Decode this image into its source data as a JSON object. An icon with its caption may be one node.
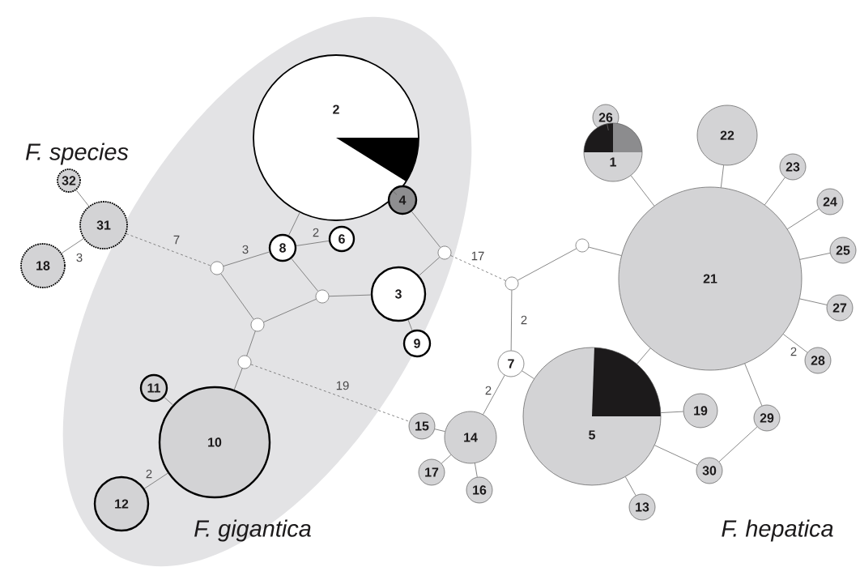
{
  "diagram": {
    "nodes": [
      {
        "text": [
          "F. gigantica"
        ]
      },
      {
        "text": [
          "2"
        ],
        "in": 0
      },
      {
        "text": [
          "32"
        ]
      },
      {
        "text": [
          "26"
        ]
      },
      {
        "text": [
          "22"
        ]
      },
      {
        "text": [
          "1"
        ]
      },
      {
        "text": [
          "23"
        ]
      },
      {
        "text": [
          "4"
        ],
        "in": 0
      },
      {
        "text": [
          "31"
        ]
      },
      {
        "text": [
          "24"
        ]
      },
      {
        "text": [
          "8"
        ],
        "in": 0
      },
      {
        "text": [
          "6"
        ],
        "in": 0
      },
      {
        "text": [
          "25"
        ]
      },
      {
        "text": [
          "18"
        ]
      },
      {
        "text": [
          "21"
        ]
      },
      {
        "text": [
          "3"
        ],
        "in": 0
      },
      {
        "text": [
          "27"
        ]
      },
      {
        "text": [
          "9"
        ],
        "in": 0
      },
      {
        "text": [
          "28"
        ]
      },
      {
        "text": [
          "7"
        ]
      },
      {
        "text": [
          "11"
        ],
        "in": 0
      },
      {
        "text": [
          "19"
        ]
      },
      {
        "text": [
          "5"
        ]
      },
      {
        "text": [
          "29"
        ]
      },
      {
        "text": [
          "15"
        ]
      },
      {
        "text": [
          "14"
        ]
      },
      {
        "text": [
          "10"
        ],
        "in": 0
      },
      {
        "text": [
          "30"
        ]
      },
      {
        "text": [
          "17"
        ]
      },
      {
        "text": [
          "16"
        ]
      },
      {
        "text": [
          "12"
        ],
        "in": 0
      },
      {
        "text": [
          "13"
        ]
      },
      {
        "text": [],
        "shape": "circle",
        "in": 0
      },
      {
        "text": [],
        "shape": "circle",
        "in": 0
      },
      {
        "text": [],
        "shape": "circle",
        "in": 0
      },
      {
        "text": [],
        "shape": "circle",
        "in": 0
      },
      {
        "text": [],
        "shape": "circle",
        "in": 0
      },
      {
        "text": [],
        "shape": "circle"
      },
      {
        "text": [],
        "shape": "circle"
      }
    ],
    "edges": [
      {
        "from": 2,
        "to": 8,
        "arrow": "none"
      },
      {
        "from": 8,
        "to": 13,
        "arrow": "none",
        "label": "3"
      },
      {
        "from": 8,
        "to": 32,
        "arrow": "none",
        "label": "7",
        "style": "dashed"
      },
      {
        "from": 32,
        "to": 10,
        "arrow": "none",
        "label": "3"
      },
      {
        "from": 10,
        "to": 11,
        "arrow": "none",
        "label": "2"
      },
      {
        "from": 10,
        "to": 1,
        "arrow": "none"
      },
      {
        "from": 10,
        "to": 35,
        "arrow": "none"
      },
      {
        "from": 32,
        "to": 34,
        "arrow": "none"
      },
      {
        "from": 35,
        "to": 34,
        "arrow": "none"
      },
      {
        "from": 35,
        "to": 15,
        "arrow": "none"
      },
      {
        "from": 34,
        "to": 33,
        "arrow": "none"
      },
      {
        "from": 33,
        "to": 26,
        "arrow": "none"
      },
      {
        "from": 33,
        "to": 24,
        "arrow": "none",
        "label": "19",
        "style": "dashed"
      },
      {
        "from": 26,
        "to": 20,
        "arrow": "none"
      },
      {
        "from": 26,
        "to": 30,
        "arrow": "none",
        "label": "2"
      },
      {
        "from": 1,
        "to": 7,
        "arrow": "none"
      },
      {
        "from": 7,
        "to": 36,
        "arrow": "none"
      },
      {
        "from": 36,
        "to": 15,
        "arrow": "none"
      },
      {
        "from": 15,
        "to": 17,
        "arrow": "none"
      },
      {
        "from": 36,
        "to": 37,
        "arrow": "none",
        "label": "17",
        "style": "dashed"
      },
      {
        "from": 37,
        "to": 38,
        "arrow": "none"
      },
      {
        "from": 38,
        "to": 14,
        "arrow": "none"
      },
      {
        "from": 37,
        "to": 19,
        "arrow": "none",
        "label": "2"
      },
      {
        "from": 19,
        "to": 22,
        "arrow": "none"
      },
      {
        "from": 19,
        "to": 25,
        "arrow": "none",
        "label": "2"
      },
      {
        "from": 25,
        "to": 24,
        "arrow": "none"
      },
      {
        "from": 25,
        "to": 28,
        "arrow": "none"
      },
      {
        "from": 25,
        "to": 29,
        "arrow": "none"
      },
      {
        "from": 22,
        "to": 14,
        "arrow": "none"
      },
      {
        "from": 22,
        "to": 21,
        "arrow": "none"
      },
      {
        "from": 22,
        "to": 31,
        "arrow": "none"
      },
      {
        "from": 22,
        "to": 27,
        "arrow": "none"
      },
      {
        "from": 27,
        "to": 23,
        "arrow": "none"
      },
      {
        "from": 23,
        "to": 14,
        "arrow": "none"
      },
      {
        "from": 14,
        "to": 5,
        "arrow": "none"
      },
      {
        "from": 5,
        "to": 3,
        "arrow": "none"
      },
      {
        "from": 14,
        "to": 4,
        "arrow": "none"
      },
      {
        "from": 14,
        "to": 6,
        "arrow": "none"
      },
      {
        "from": 14,
        "to": 9,
        "arrow": "none"
      },
      {
        "from": 14,
        "to": 12,
        "arrow": "none"
      },
      {
        "from": 14,
        "to": 16,
        "arrow": "none"
      },
      {
        "from": 14,
        "to": 18,
        "arrow": "none",
        "label": "2"
      }
    ],
    "labels": [
      "F. species",
      "F. hepatica"
    ]
  }
}
